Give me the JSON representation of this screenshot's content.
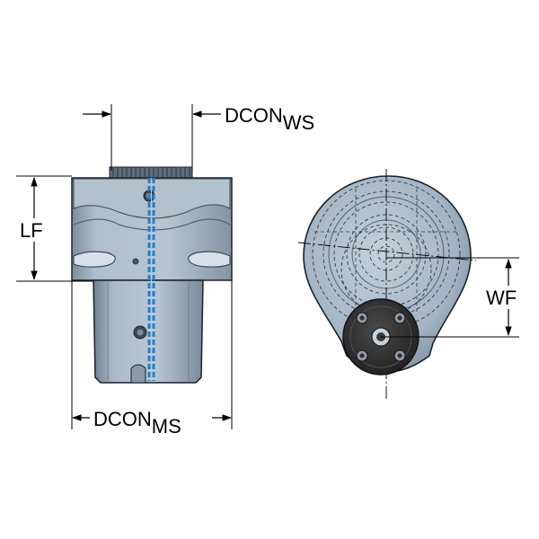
{
  "diagram": {
    "labels": {
      "dcon_ws": {
        "main": "DCON",
        "sub": "WS"
      },
      "lf": {
        "main": "LF"
      },
      "dcon_ms": {
        "main": "DCON",
        "sub": "MS"
      },
      "wf": {
        "main": "WF"
      }
    },
    "colors": {
      "body_fill": "#a3b4c4",
      "body_light": "#c9d6e1",
      "body_dark": "#6c7d8d",
      "coolant": "#3a8fd1",
      "outline": "#1b232b",
      "black_face": "#2b2b2b"
    }
  }
}
